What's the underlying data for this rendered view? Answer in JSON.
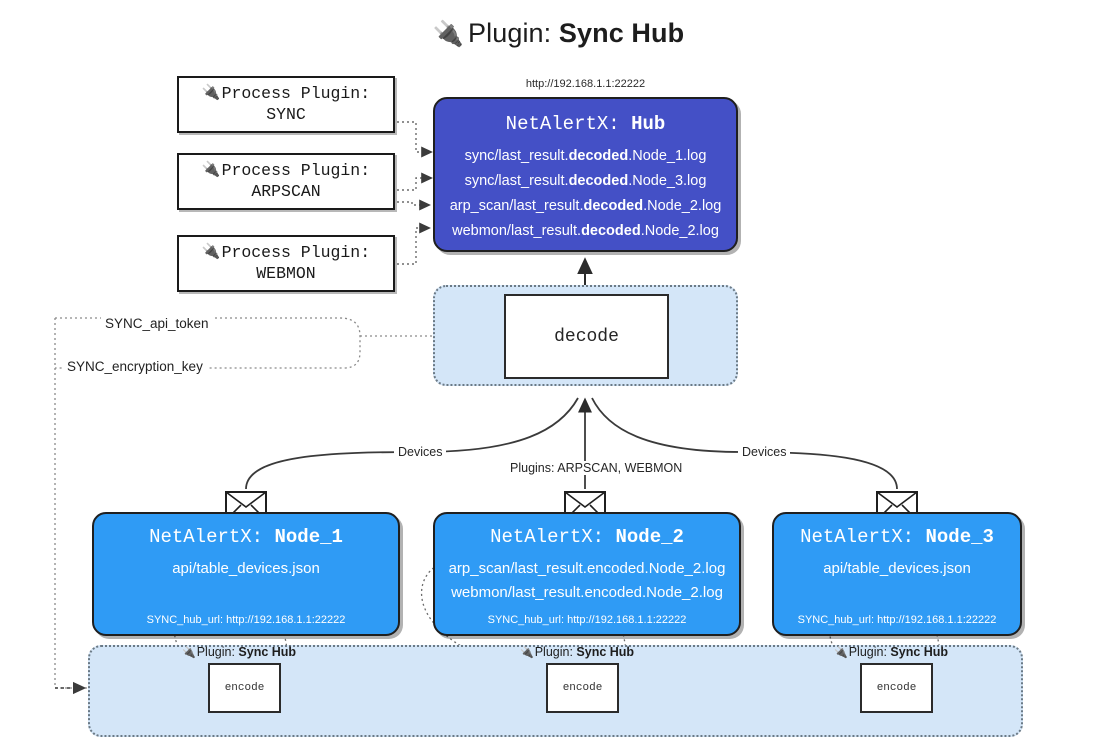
{
  "title": {
    "icon": "plug-icon",
    "prefix": "Plugin:",
    "name": "Sync Hub"
  },
  "process_plugins": [
    {
      "icon": "plug-icon",
      "line1": "Process Plugin:",
      "line2": "SYNC"
    },
    {
      "icon": "plug-icon",
      "line1": "Process Plugin:",
      "line2": "ARPSCAN"
    },
    {
      "icon": "plug-icon",
      "line1": "Process Plugin:",
      "line2": "WEBMON"
    }
  ],
  "hub": {
    "url": "http://192.168.1.1:22222",
    "title_prefix": "NetAlertX:",
    "title_name": "Hub",
    "lines": [
      {
        "pre": "sync/last_result.",
        "strong": "decoded",
        "post": ".Node_1.log"
      },
      {
        "pre": "sync/last_result.",
        "strong": "decoded",
        "post": ".Node_3.log"
      },
      {
        "pre": "arp_scan/last_result.",
        "strong": "decoded",
        "post": ".Node_2.log"
      },
      {
        "pre": "webmon/last_result.",
        "strong": "decoded",
        "post": ".Node_2.log"
      }
    ]
  },
  "decode": {
    "label": "decode"
  },
  "tokens": {
    "api_token": "SYNC_api_token",
    "encryption_key": "SYNC_encryption_key"
  },
  "edge_labels": {
    "devices_left": "Devices",
    "devices_right": "Devices",
    "plugins_center": "Plugins: ARPSCAN, WEBMON"
  },
  "nodes": [
    {
      "title_prefix": "NetAlertX:",
      "title_name": "Node_1",
      "lines": [
        "api/table_devices.json"
      ],
      "hub_url": "SYNC_hub_url: http://192.168.1.1:22222"
    },
    {
      "title_prefix": "NetAlertX:",
      "title_name": "Node_2",
      "lines": [
        "arp_scan/last_result.encoded.Node_2.log",
        "webmon/last_result.encoded.Node_2.log"
      ],
      "hub_url": "SYNC_hub_url: http://192.168.1.1:22222"
    },
    {
      "title_prefix": "NetAlertX:",
      "title_name": "Node_3",
      "lines": [
        "api/table_devices.json"
      ],
      "hub_url": "SYNC_hub_url: http://192.168.1.1:22222"
    }
  ],
  "encoders": [
    {
      "plugin_prefix": "Plugin:",
      "plugin_name": "Sync Hub",
      "label": "encode"
    },
    {
      "plugin_prefix": "Plugin:",
      "plugin_name": "Sync Hub",
      "label": "encode"
    },
    {
      "plugin_prefix": "Plugin:",
      "plugin_name": "Sync Hub",
      "label": "encode"
    }
  ],
  "colors": {
    "hub_fill": "#4450c6",
    "node_fill": "#2f9bf5",
    "container_fill": "#d4e6f8",
    "stroke": "#1f1f1f",
    "dotted_stroke": "#6b7a86"
  }
}
